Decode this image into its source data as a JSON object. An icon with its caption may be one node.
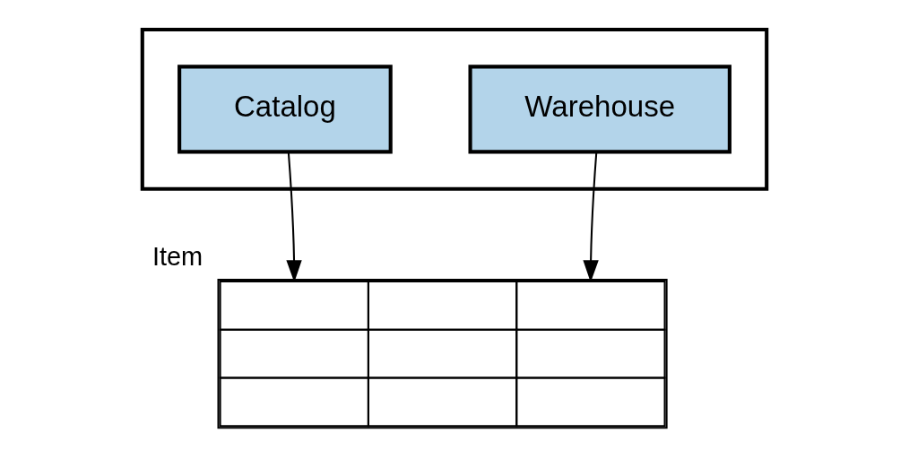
{
  "diagram": {
    "nodes": [
      {
        "text": [],
        "shape": "box"
      },
      {
        "text": [
          "Catalog"
        ],
        "in": 0
      },
      {
        "text": [
          "Warehouse"
        ],
        "in": 0
      },
      {
        "text": [],
        "shape": "table",
        "beside": [
          "Item"
        ]
      }
    ],
    "edges": [
      {
        "from": 1,
        "to": 3,
        "arrow": "to"
      },
      {
        "from": 2,
        "to": 3,
        "arrow": "to"
      }
    ]
  }
}
